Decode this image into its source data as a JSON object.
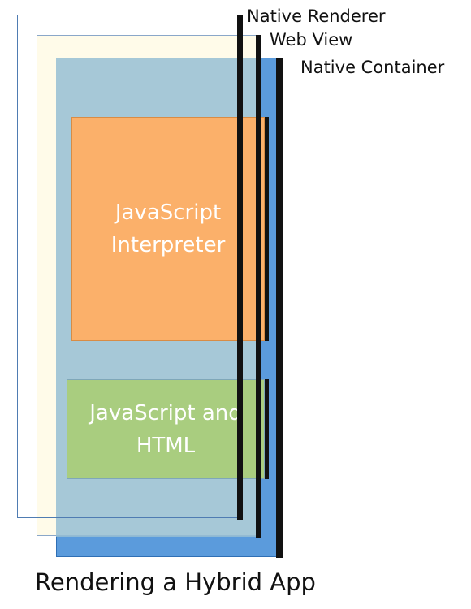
{
  "diagram": {
    "layers": {
      "native_renderer": "Native Renderer",
      "web_view": "Web View",
      "native_container": "Native Container"
    },
    "boxes": {
      "js_interpreter": "JavaScript\nInterpreter",
      "js_html": "JavaScript and\nHTML"
    },
    "caption": "Rendering a Hybrid App"
  },
  "colors": {
    "native_container": "#5b9bdc",
    "web_view": "#fffbe9",
    "render_panel": "#96bed4",
    "js_interpreter": "#fbb06a",
    "js_html": "#a9cd7f",
    "edge_bars": "#111111"
  }
}
